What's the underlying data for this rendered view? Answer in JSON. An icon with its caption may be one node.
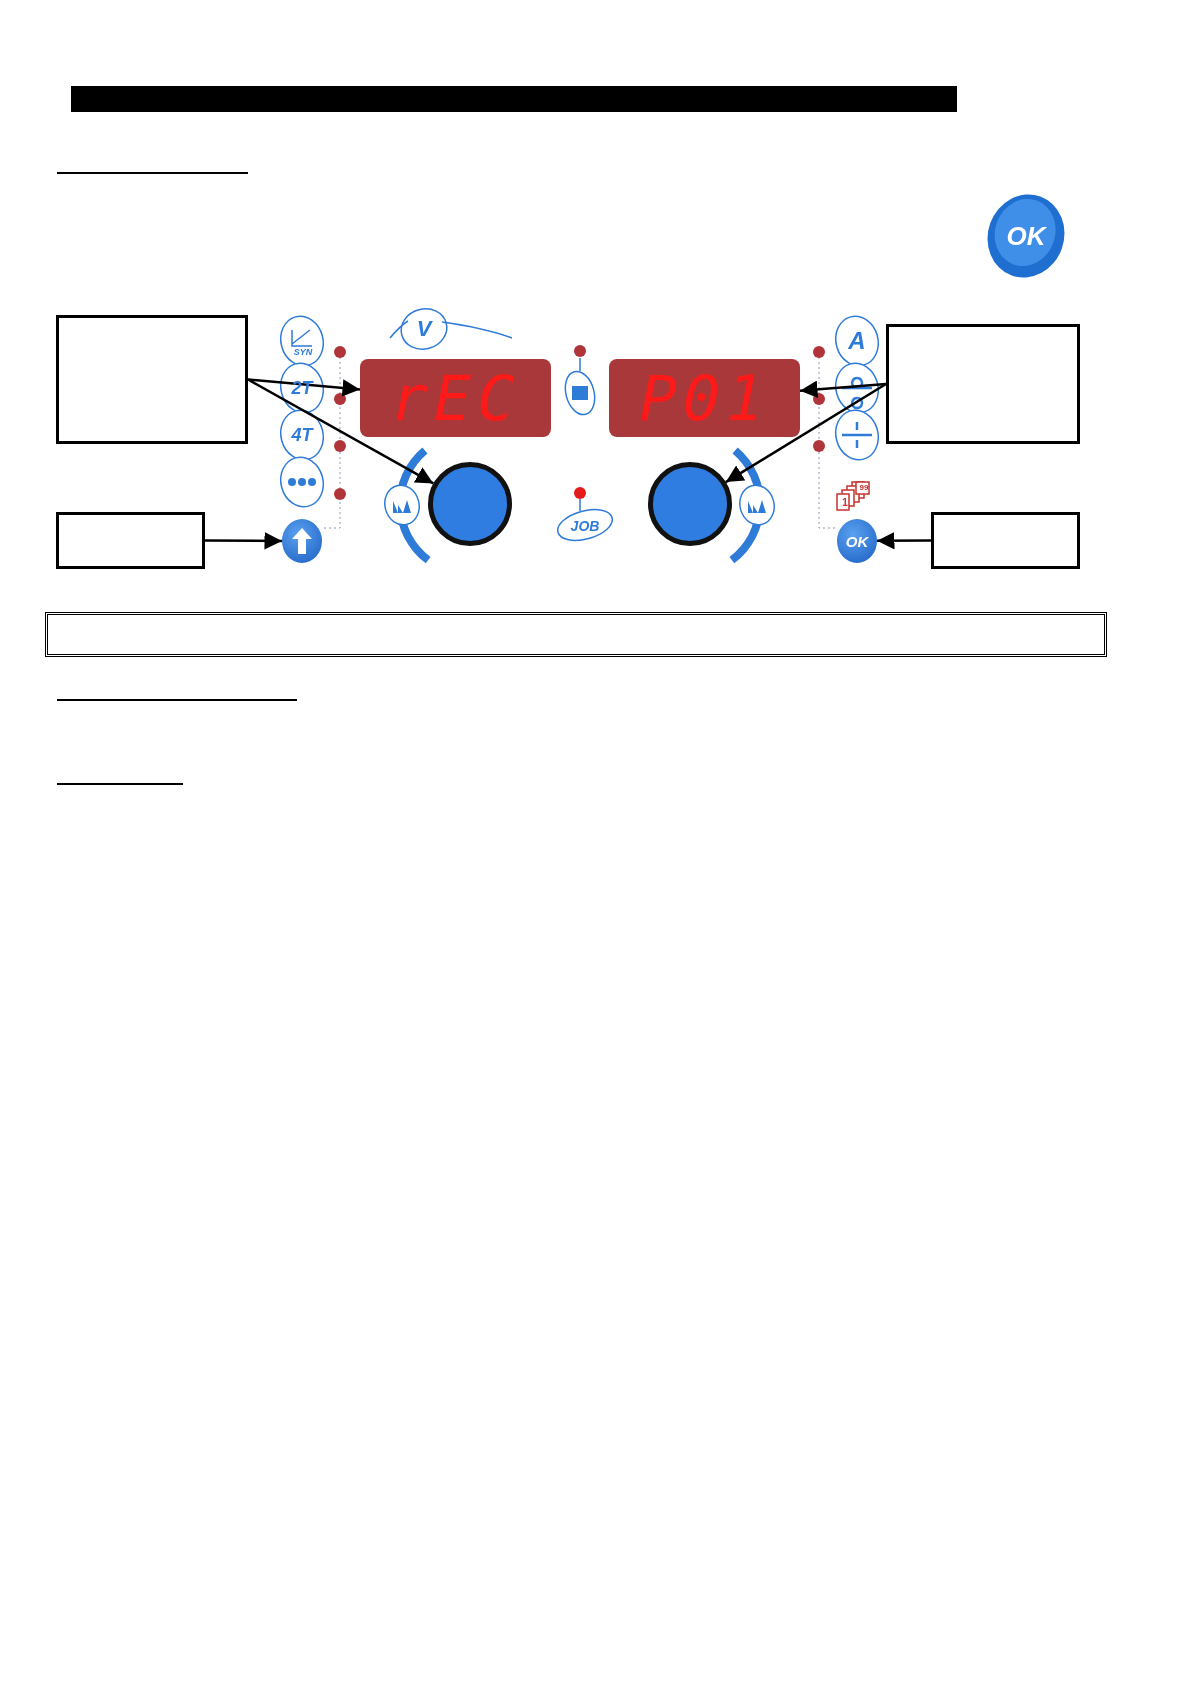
{
  "diagram": {
    "nodes": [
      {
        "text": [],
        "shape": "bar"
      },
      {
        "text": [],
        "shape": "box"
      },
      {
        "text": [
          "rEC"
        ]
      },
      {
        "text": [
          "P01"
        ]
      },
      {
        "text": [],
        "shape": "box"
      },
      {
        "text": [],
        "shape": "circle"
      },
      {
        "text": [],
        "shape": "circle"
      },
      {
        "text": [],
        "shape": "box"
      },
      {
        "text": [],
        "shape": "circle"
      },
      {
        "text": [
          "OK"
        ]
      },
      {
        "text": [],
        "shape": "box"
      },
      {
        "text": [],
        "shape": "box"
      }
    ],
    "edges": [
      {
        "from": 1,
        "to": 2,
        "arrow": "to"
      },
      {
        "from": 1,
        "to": 5,
        "arrow": "to"
      },
      {
        "from": 4,
        "to": 3,
        "arrow": "to"
      },
      {
        "from": 4,
        "to": 6,
        "arrow": "to"
      },
      {
        "from": 7,
        "to": 8,
        "arrow": "to"
      },
      {
        "from": 10,
        "to": 9,
        "arrow": "to"
      }
    ],
    "labels": [
      "OK",
      "V",
      "SYN",
      "2T",
      "4T",
      "A",
      "JOB",
      "99",
      "1"
    ]
  }
}
